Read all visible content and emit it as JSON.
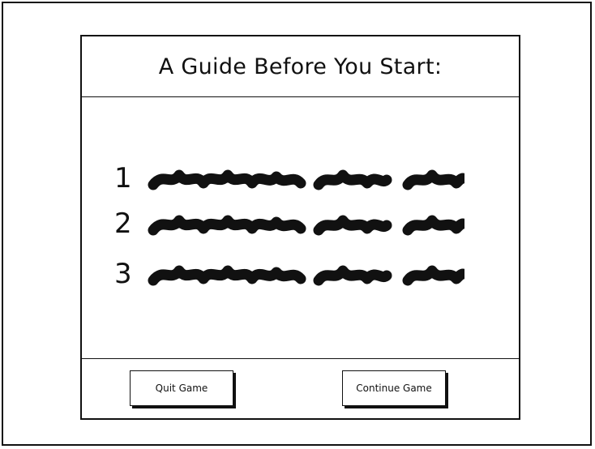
{
  "dialog": {
    "title": "A Guide Before You Start:"
  },
  "guide": {
    "items": [
      {
        "number": "1"
      },
      {
        "number": "2"
      },
      {
        "number": "3"
      }
    ]
  },
  "footer": {
    "quit_label": "Quit Game",
    "continue_label": "Continue Game"
  },
  "colors": {
    "ink": "#111111",
    "background": "#ffffff"
  }
}
